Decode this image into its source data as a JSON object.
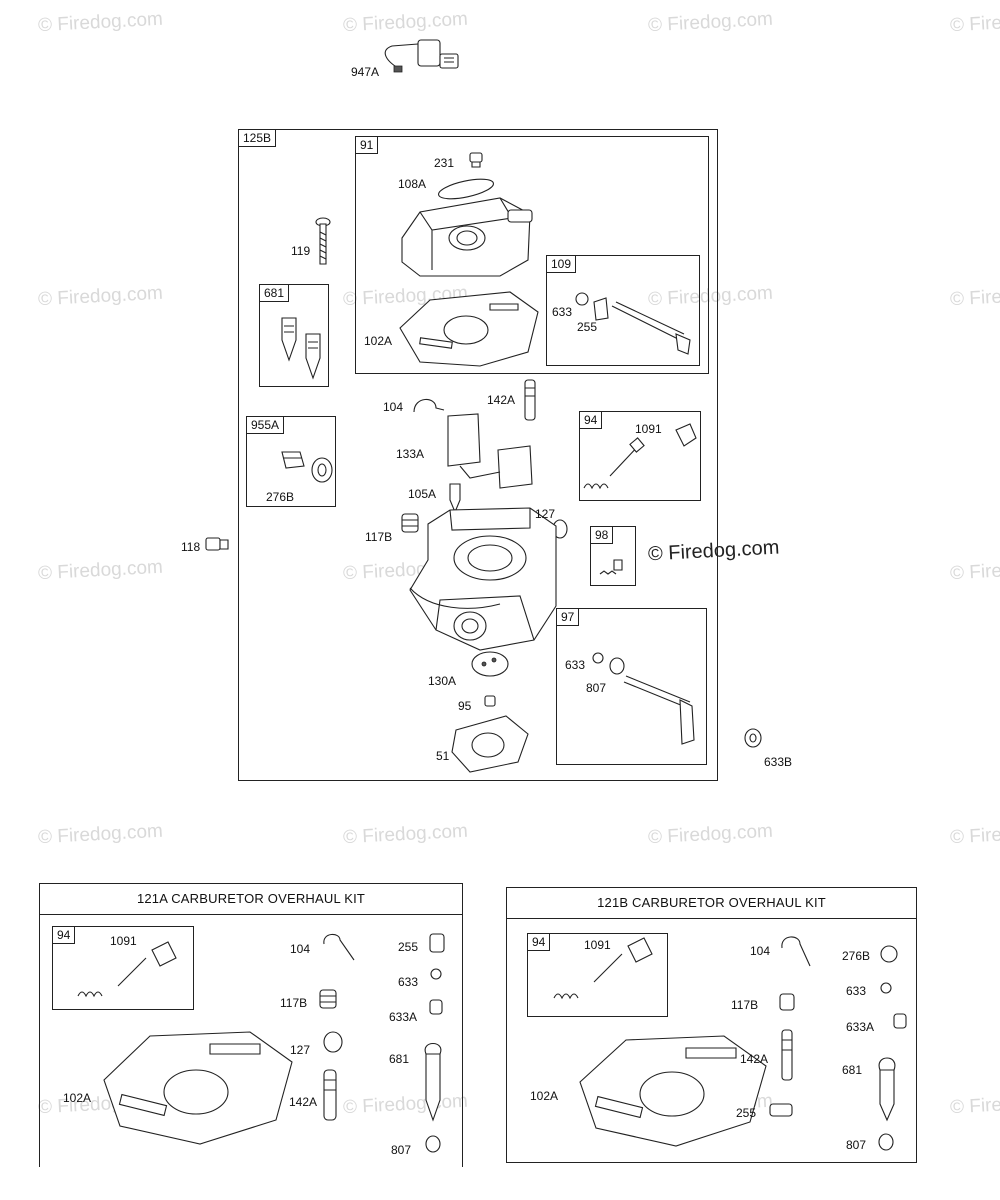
{
  "watermark": {
    "text": "© Firedog.com"
  },
  "top_part": {
    "label": "947A"
  },
  "assembly": {
    "tag": "125B",
    "parts": {
      "p119": "119",
      "p118": "118",
      "p117b": "117B",
      "p104": "104",
      "p142a": "142A",
      "p133a": "133A",
      "p105a": "105A",
      "p127": "127",
      "p130a": "130A",
      "p95": "95",
      "p51": "51",
      "p633b": "633B"
    },
    "group_91": {
      "tag": "91",
      "labels": {
        "a": "231",
        "b": "108A",
        "c": "102A"
      }
    },
    "group_109": {
      "tag": "109",
      "labels": {
        "a": "633",
        "b": "255"
      }
    },
    "group_681": {
      "tag": "681"
    },
    "group_955a": {
      "tag": "955A",
      "labels": {
        "a": "276B"
      }
    },
    "group_94": {
      "tag": "94",
      "labels": {
        "a": "1091"
      }
    },
    "group_98": {
      "tag": "98"
    },
    "group_97": {
      "tag": "97",
      "labels": {
        "a": "633",
        "b": "807"
      }
    }
  },
  "kit_121a": {
    "title": "121A CARBURETOR OVERHAUL KIT",
    "inner_tag": "94",
    "labels": {
      "l1091": "1091",
      "l104": "104",
      "l255": "255",
      "l633": "633",
      "l117b": "117B",
      "l633a": "633A",
      "l127": "127",
      "l681": "681",
      "l102a": "102A",
      "l142a": "142A",
      "l807": "807"
    }
  },
  "kit_121b": {
    "title": "121B CARBURETOR OVERHAUL KIT",
    "inner_tag": "94",
    "labels": {
      "l1091": "1091",
      "l104": "104",
      "l276b": "276B",
      "l633": "633",
      "l117b": "117B",
      "l633a": "633A",
      "l142a": "142A",
      "l681": "681",
      "l102a": "102A",
      "l255": "255",
      "l807": "807"
    }
  }
}
